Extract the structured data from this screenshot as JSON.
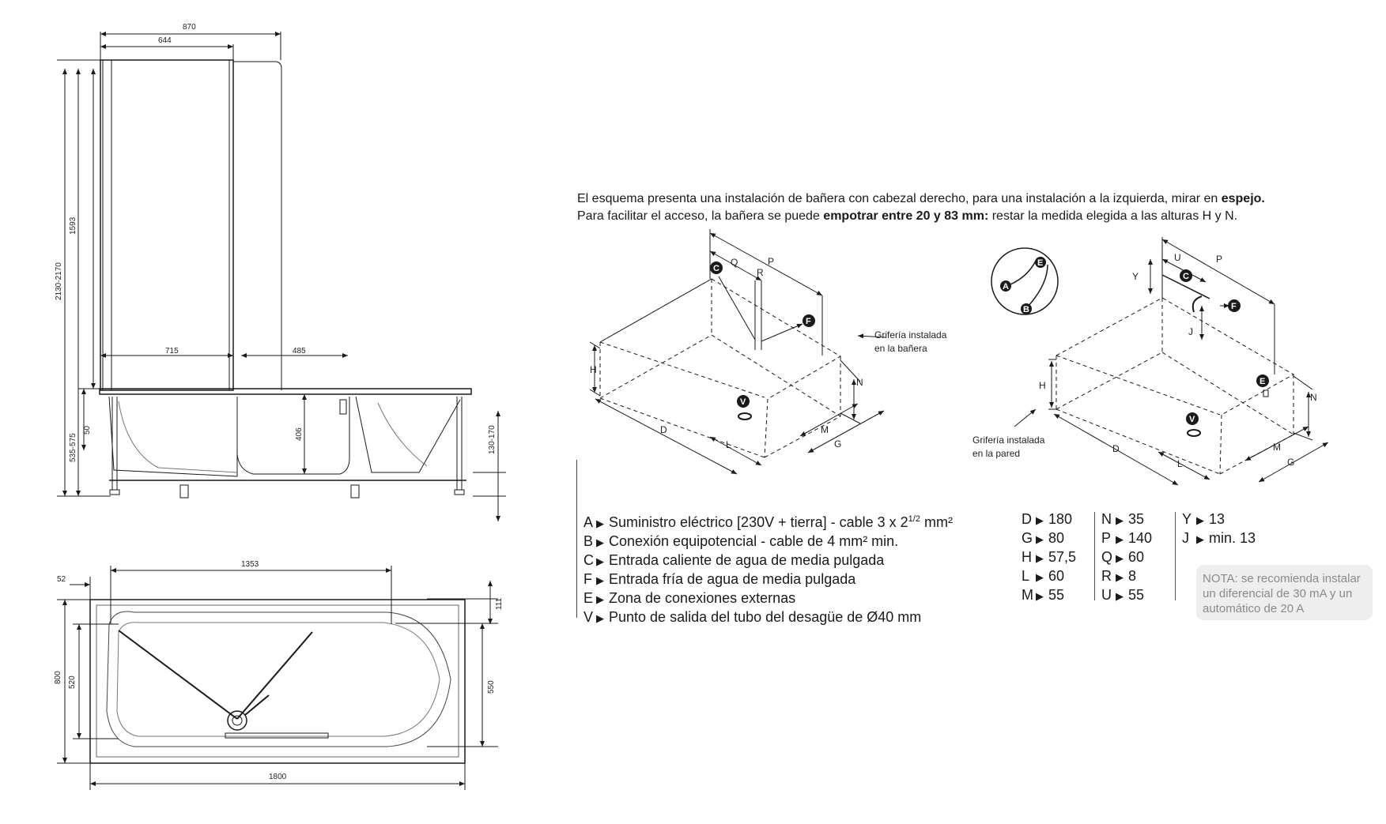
{
  "colors": {
    "line": "#1a1a1a",
    "note_bg": "#eeeeee",
    "note_text": "#8a8a8a"
  },
  "elevation": {
    "dims": {
      "d870": "870",
      "d644": "644",
      "d1593": "1593",
      "d2130": "2130-2170",
      "d715": "715",
      "d485": "485",
      "d50": "50",
      "d535": "535-575",
      "d406": "406",
      "d130": "130-170"
    }
  },
  "plan": {
    "dims": {
      "d52": "52",
      "d1353": "1353",
      "d800": "800",
      "d520": "520",
      "d111": "111",
      "d550": "550",
      "d1800": "1800"
    }
  },
  "intro": {
    "line1_pre": "El esquema presenta una instalación de bañera con cabezal derecho, para una instalación a la izquierda, mirar en ",
    "line1_bold": "espejo.",
    "line2_pre": "Para facilitar el acceso, la bañera se puede ",
    "line2_bold": "empotrar entre 20 y 83 mm:",
    "line2_post": " restar la medida elegida a las alturas H y N."
  },
  "iso_left": {
    "caption1": "Grifería instalada",
    "caption2": "en la bañera",
    "letters": {
      "Q": "Q",
      "P": "P",
      "R": "R",
      "H": "H",
      "N": "N",
      "D": "D",
      "L": "L",
      "M": "M",
      "G": "G"
    },
    "badges": {
      "C": "C",
      "F": "F",
      "V": "V"
    }
  },
  "iso_right": {
    "caption1": "Grifería instalada",
    "caption2": "en la pared",
    "letters": {
      "U": "U",
      "P": "P",
      "Y": "Y",
      "J": "J",
      "H": "H",
      "N": "N",
      "D": "D",
      "L": "L",
      "M": "M",
      "G": "G"
    },
    "badges": {
      "C": "C",
      "F": "F",
      "E": "E",
      "V": "V"
    },
    "inset": {
      "A": "A",
      "B": "B",
      "E": "E"
    }
  },
  "legend": [
    {
      "key": "A",
      "text": "Suministro eléctrico [230V + tierra] - cable 3 x 2",
      "sup": "1/2",
      "tail": " mm²"
    },
    {
      "key": "B",
      "text": "Conexión equipotencial - cable de 4 mm² min.",
      "sup": "",
      "tail": ""
    },
    {
      "key": "C",
      "text": "Entrada caliente de agua de media pulgada",
      "sup": "",
      "tail": ""
    },
    {
      "key": "F",
      "text": "Entrada fría de agua de media pulgada",
      "sup": "",
      "tail": ""
    },
    {
      "key": "E",
      "text": "Zona de conexiones externas",
      "sup": "",
      "tail": ""
    },
    {
      "key": "V",
      "text": "Punto de salida del tubo del desagüe de Ø40 mm",
      "sup": "",
      "tail": ""
    }
  ],
  "values_col1": [
    {
      "k": "D",
      "v": "180"
    },
    {
      "k": "G",
      "v": "80"
    },
    {
      "k": "H",
      "v": "57,5"
    },
    {
      "k": "L",
      "v": "60"
    },
    {
      "k": "M",
      "v": "55"
    }
  ],
  "values_col2": [
    {
      "k": "N",
      "v": "35"
    },
    {
      "k": "P",
      "v": "140"
    },
    {
      "k": "Q",
      "v": "60"
    },
    {
      "k": "R",
      "v": "8"
    },
    {
      "k": "U",
      "v": "55"
    }
  ],
  "values_col3": [
    {
      "k": "Y",
      "v": "13"
    },
    {
      "k": "J",
      "v": "min. 13"
    }
  ],
  "note": "NOTA: se recomienda instalar un diferencial de 30 mA y un automático de 20 A"
}
